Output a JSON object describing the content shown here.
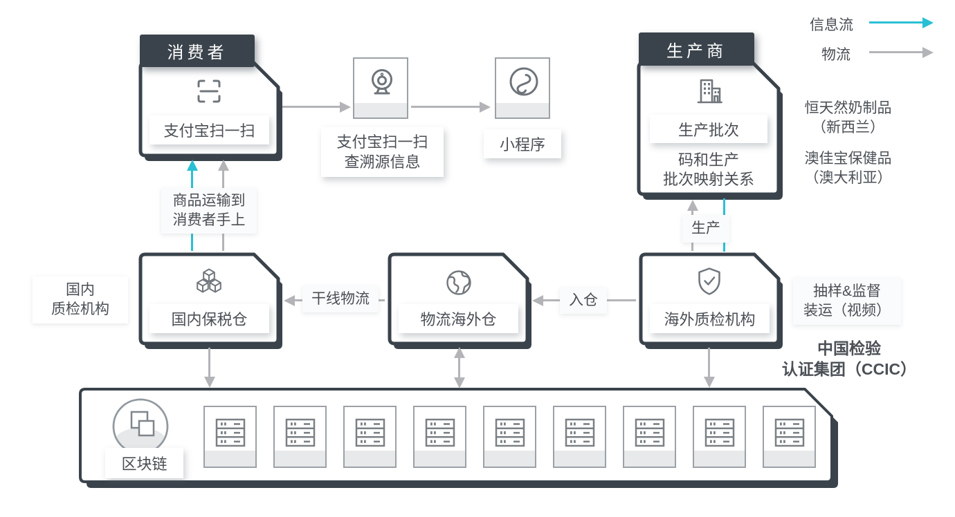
{
  "legend": {
    "info_flow_label": "信息流",
    "logistics_label": "物流"
  },
  "consumer": {
    "title": "消费者",
    "action_card": "支付宝扫一扫",
    "transport_note": {
      "line1": "商品运输到",
      "line2": "消费者手上"
    }
  },
  "scan_step": {
    "label_line1": "支付宝扫一扫",
    "label_line2": "查溯源信息"
  },
  "miniapp_step": {
    "label": "小程序"
  },
  "producer": {
    "title": "生产商",
    "batch_card": "生产批次",
    "mapping_line1": "码和生产",
    "mapping_line2": "批次映射关系",
    "production_arrow_label": "生产"
  },
  "products": {
    "fonterra_line1": "恒天然奶制品",
    "fonterra_line2": "（新西兰）",
    "blackmores_line1": "澳佳宝保健品",
    "blackmores_line2": "（澳大利亚）"
  },
  "qc": {
    "domestic_line1": "国内",
    "domestic_line2": "质检机构",
    "sampling_line1": "抽样&监督",
    "sampling_line2": "装运（视频）",
    "ccic_line1": "中国检验",
    "ccic_line2": "认证集团（CCIC）"
  },
  "flow": {
    "trunk_logistics": "干线物流",
    "inbound": "入仓"
  },
  "warehouses": {
    "bonded": "国内保税仓",
    "overseas": "物流海外仓",
    "overseas_qc": "海外质检机构"
  },
  "blockchain": {
    "label": "区块链",
    "server_count": 9
  },
  "icons": {
    "consumer": "scan-frame-icon",
    "scan_step": "webcam-icon",
    "miniapp": "miniprogram-icon",
    "producer": "factory-building-icon",
    "bonded": "cubes-icon",
    "overseas": "globe-icon",
    "overseas_qc": "shield-check-icon",
    "blockchain": "chain-link-disc-icon",
    "node": "server-rack-icon"
  },
  "colors": {
    "dark": "#3A434B",
    "info_flow_cyan": "#29BFD4",
    "logistics_gray": "#B3B4B7"
  }
}
